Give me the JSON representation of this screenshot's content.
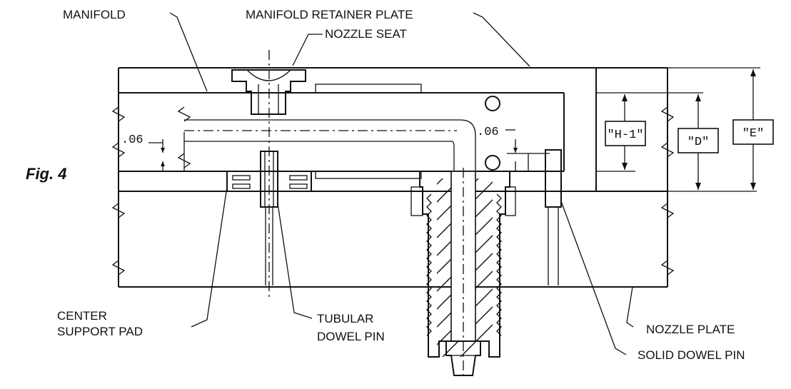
{
  "figure": {
    "label": "Fig. 4"
  },
  "labels": {
    "manifold": "MANIFOLD",
    "manifold_retainer_plate": "MANIFOLD RETAINER PLATE",
    "nozzle_seat": "NOZZLE SEAT",
    "center_support_pad_line1": "CENTER",
    "center_support_pad_line2": "SUPPORT PAD",
    "tubular_dowel_pin_line1": "TUBULAR",
    "tubular_dowel_pin_line2": "DOWEL PIN",
    "nozzle_plate": "NOZZLE PLATE",
    "solid_dowel_pin": "SOLID DOWEL PIN"
  },
  "dimensions": {
    "gap_left": ".06",
    "gap_right": ".06",
    "h1": "\"H-1\"",
    "d": "\"D\"",
    "e": "\"E\""
  },
  "colors": {
    "line": "#111111",
    "background": "#ffffff"
  }
}
